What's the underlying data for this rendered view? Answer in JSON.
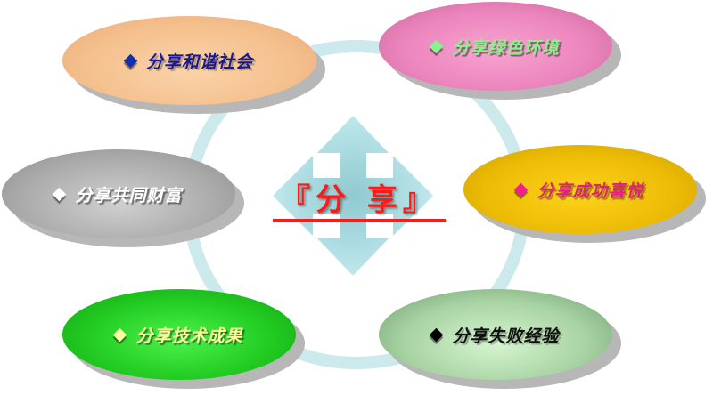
{
  "center": {
    "title": "『分 享』",
    "underline_color": "#ff1a1a",
    "title_color": "#ff1a1a",
    "arrow_color": "#bfe9ee",
    "ring_color": "#cce9ec"
  },
  "nodes": [
    {
      "id": "harmonious-society",
      "label": "分享和谐社会",
      "position": "top-left",
      "fill": "#f4c08f",
      "text_color": "#1a1a8c",
      "bullet_color": "#1030b0"
    },
    {
      "id": "green-environment",
      "label": "分享绿色环境",
      "position": "top-right",
      "fill": "#e87ab7",
      "text_color": "#8cf08c",
      "bullet_color": "#8cf08c"
    },
    {
      "id": "common-wealth",
      "label": "分享共同财富",
      "position": "middle-left",
      "fill": "#a9a9a9",
      "text_color": "#ffffff",
      "bullet_color": "#ffffff"
    },
    {
      "id": "success-joy",
      "label": "分享成功喜悦",
      "position": "middle-right",
      "fill": "#e8b800",
      "text_color": "#e0207a",
      "bullet_color": "#f0208a"
    },
    {
      "id": "tech-achievements",
      "label": "分享技术成果",
      "position": "bottom-left",
      "fill": "#22cc22",
      "text_color": "#ffff99",
      "bullet_color": "#ffffa0"
    },
    {
      "id": "failure-experience",
      "label": "分享失败经验",
      "position": "bottom-right",
      "fill": "#a8d5a8",
      "text_color": "#111111",
      "bullet_color": "#000000"
    }
  ]
}
